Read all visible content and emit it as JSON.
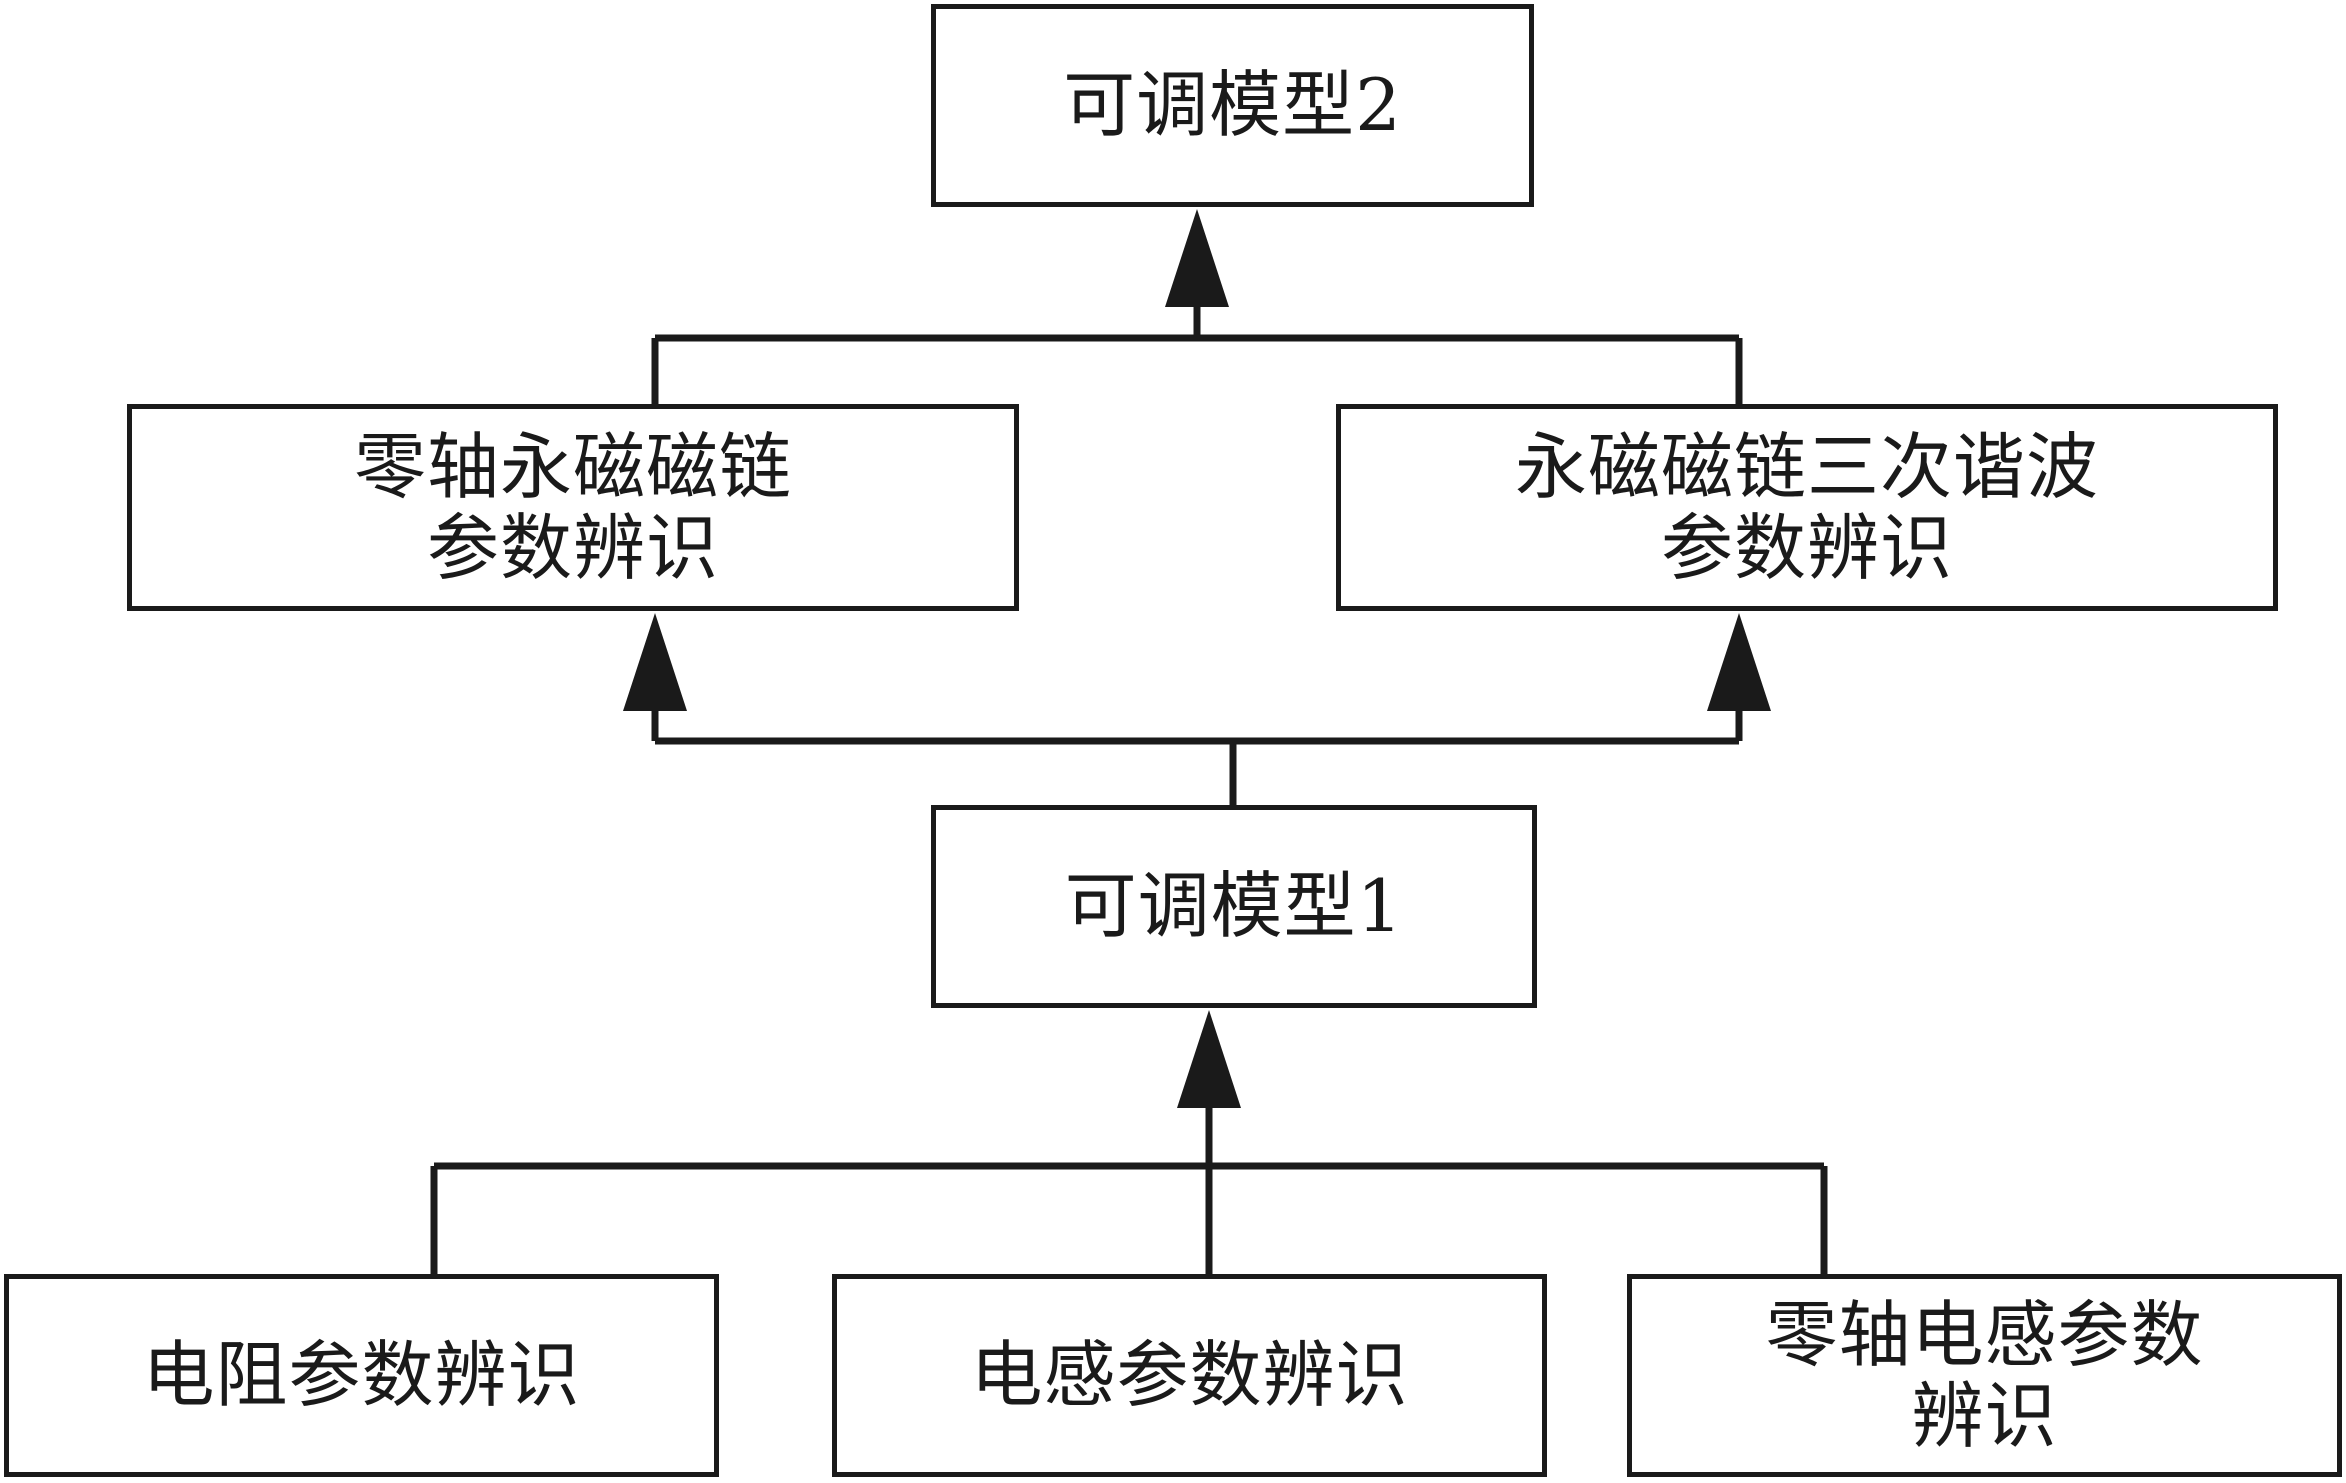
{
  "diagram": {
    "nodes": {
      "model2": {
        "label": "可调模型2"
      },
      "zero_axis_flux": {
        "label": "零轴永磁磁链\n参数辨识"
      },
      "harmonic_flux": {
        "label": "永磁磁链三次谐波\n参数辨识"
      },
      "model1": {
        "label": "可调模型1"
      },
      "resistance": {
        "label": "电阻参数辨识"
      },
      "inductance": {
        "label": "电感参数辨识"
      },
      "zero_axis_inductance": {
        "label": "零轴电感参数\n辨识"
      }
    },
    "edges": [
      {
        "from": "resistance",
        "to": "model1"
      },
      {
        "from": "inductance",
        "to": "model1"
      },
      {
        "from": "zero_axis_inductance",
        "to": "model1"
      },
      {
        "from": "model1",
        "to": "zero_axis_flux"
      },
      {
        "from": "model1",
        "to": "harmonic_flux"
      },
      {
        "from": "zero_axis_flux",
        "to": "model2"
      },
      {
        "from": "harmonic_flux",
        "to": "model2"
      }
    ],
    "colors": {
      "line": "#1a1a1a",
      "box_fill": "#ffffff"
    }
  }
}
